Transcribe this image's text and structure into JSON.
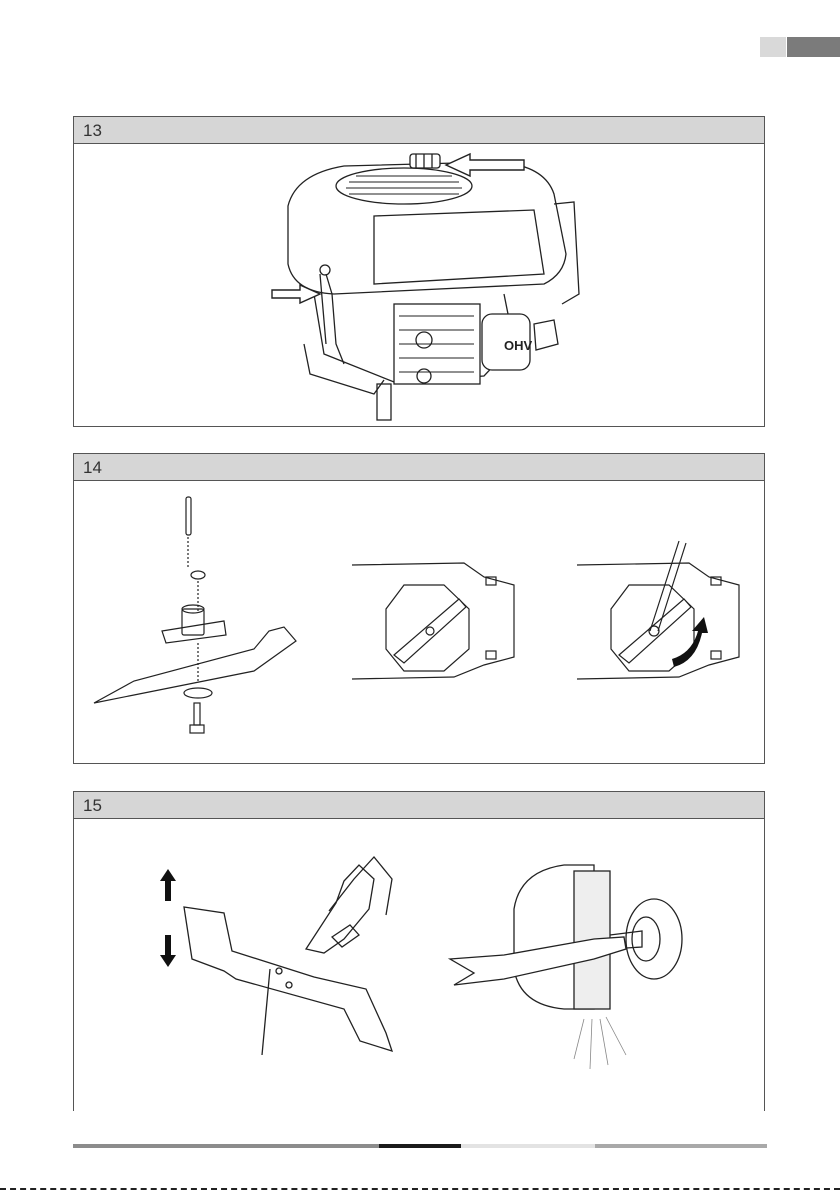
{
  "panels": [
    {
      "number": "13",
      "icon": "engine-oil-check-icon"
    },
    {
      "number": "14",
      "icon": "blade-assembly-icon"
    },
    {
      "number": "15",
      "icon": "blade-sharpening-icon"
    }
  ],
  "engine": {
    "label": "OHV"
  },
  "colors": {
    "header_bg": "#d6d6d6",
    "border": "#555555",
    "lang_light": "#d9d9d9",
    "lang_dark": "#7b7b7b"
  }
}
